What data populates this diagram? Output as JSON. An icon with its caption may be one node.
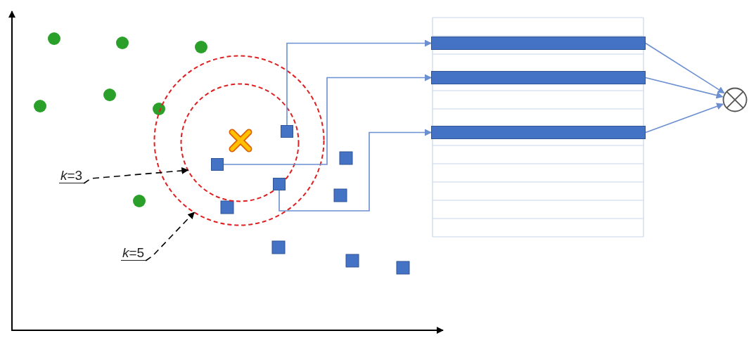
{
  "diagram": {
    "nodes": [
      {
        "text": [],
        "shape": "circle"
      },
      {
        "text": [],
        "shape": "circle",
        "in": 0
      },
      {
        "text": [],
        "shape": "box",
        "in": 1
      },
      {
        "text": [],
        "shape": "box",
        "in": 1
      },
      {
        "text": [],
        "shape": "box",
        "in": 1
      },
      {
        "text": [],
        "shape": "bar"
      },
      {
        "text": [],
        "shape": "bar"
      },
      {
        "text": [],
        "shape": "bar"
      },
      {
        "text": [],
        "shape": "circle"
      },
      {
        "text": [
          "*k*=3"
        ]
      },
      {
        "text": [
          "*k*=5"
        ]
      }
    ],
    "edges": [
      {
        "from": 2,
        "to": 5,
        "arrow": "to"
      },
      {
        "from": 3,
        "to": 6,
        "arrow": "to"
      },
      {
        "from": 4,
        "to": 7,
        "arrow": "to"
      },
      {
        "from": 5,
        "to": 8,
        "arrow": "to"
      },
      {
        "from": 6,
        "to": 8,
        "arrow": "to"
      },
      {
        "from": 7,
        "to": 8,
        "arrow": "to"
      },
      {
        "from": 9,
        "to": 1,
        "arrow": "to",
        "style": "dashed",
        "color": "#000000"
      },
      {
        "from": 10,
        "to": 0,
        "arrow": "to",
        "style": "dashed",
        "color": "#000000"
      }
    ]
  }
}
